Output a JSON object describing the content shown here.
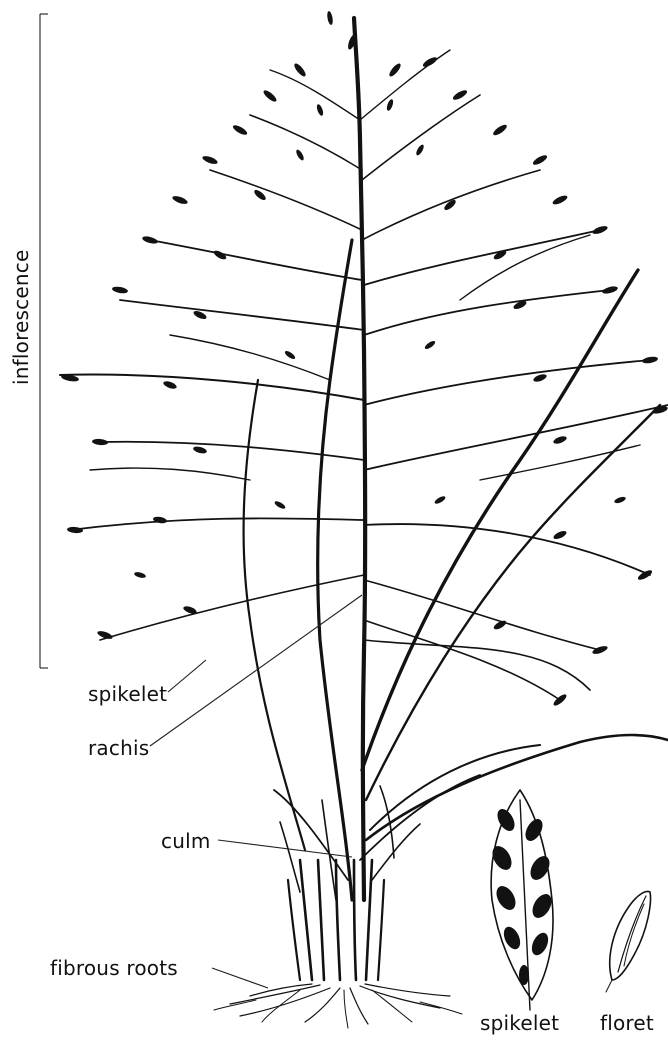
{
  "labels": {
    "inflorescence": "inflorescence",
    "spikelet_left": "spikelet",
    "rachis": "rachis",
    "culm": "culm",
    "fibrous_roots": "fibrous roots",
    "spikelet_detail": "spikelet",
    "floret_detail": "floret"
  },
  "colors": {
    "ink": "#121212",
    "background": "#ffffff"
  }
}
